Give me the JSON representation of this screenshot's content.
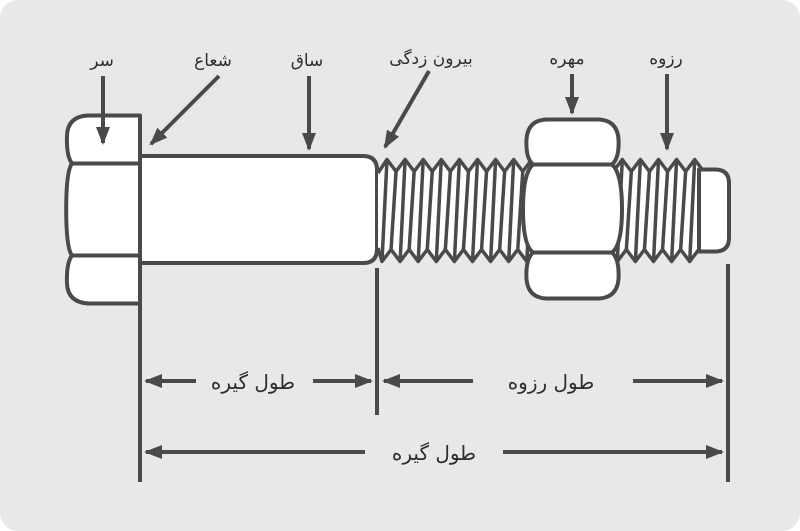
{
  "diagram": {
    "subject": "bolt-and-nut-parts-diagram",
    "part_labels": {
      "head": "سر",
      "radius": "شعاع",
      "shank": "ساق",
      "protrusion": "بیرون زدگی",
      "nut": "مهره",
      "thread": "رزوه"
    },
    "dimension_labels": {
      "grip_length_top": "طول گیره",
      "thread_length": "طول رزوه",
      "grip_length_bottom": "طول گیره"
    },
    "colors": {
      "card_background": "#e8e8e8",
      "outline": "#4a4a4a",
      "part_fill": "#ffffff",
      "text": "#2e2e2e"
    }
  }
}
